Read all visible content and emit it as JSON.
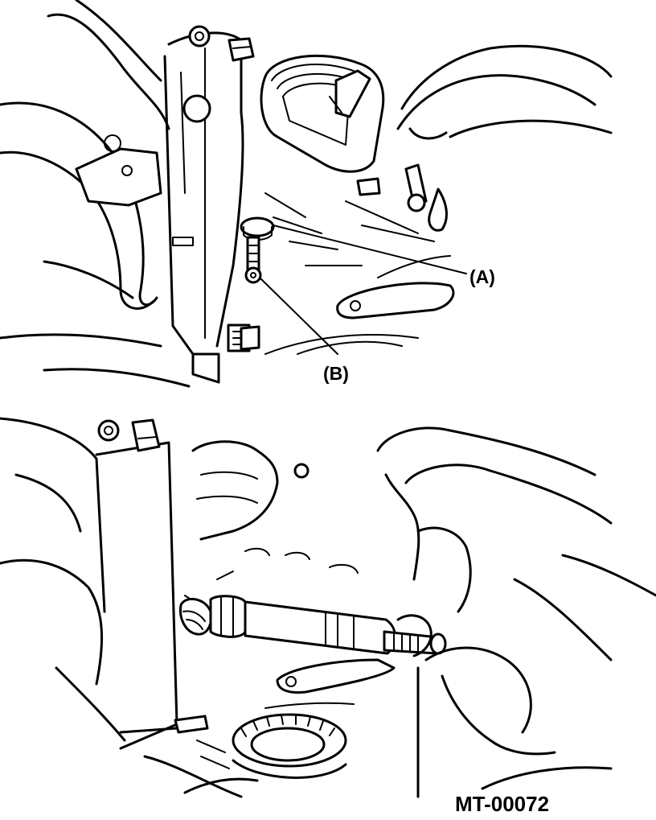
{
  "figure": {
    "callouts": [
      {
        "id": "A",
        "label": "(A)"
      },
      {
        "id": "B",
        "label": "(B)"
      }
    ],
    "figure_code": "MT-00072"
  }
}
